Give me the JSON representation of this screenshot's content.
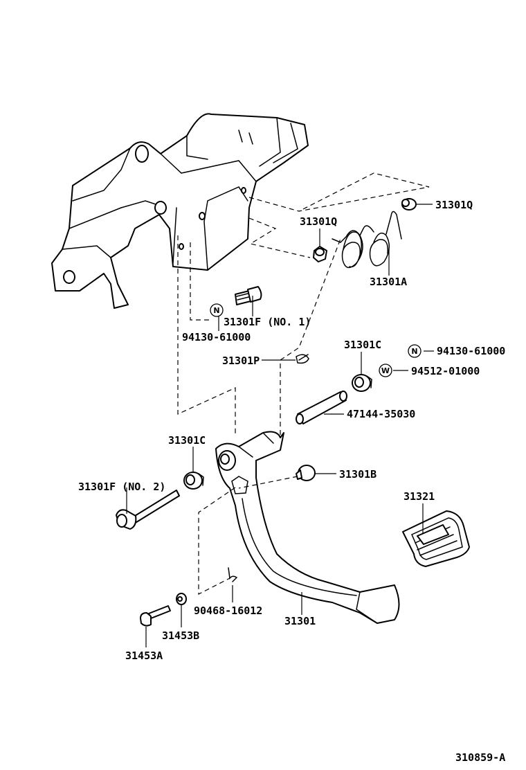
{
  "labels": {
    "p31301Q_right": "31301Q",
    "p31301Q_left": "31301Q",
    "p31301A": "31301A",
    "p31301F_no1": "31301F (NO. 1)",
    "p94130_left": "94130-61000",
    "p31301C_upper": "31301C",
    "p94130_right": "94130-61000",
    "p94512": "94512-01000",
    "p31301P": "31301P",
    "p47144": "47144-35030",
    "p31301C_lower": "31301C",
    "p31301B": "31301B",
    "p31301F_no2": "31301F (NO. 2)",
    "p31321": "31321",
    "p90468": "90468-16012",
    "p31301": "31301",
    "p31453B": "31453B",
    "p31453A": "31453A"
  },
  "symbols": {
    "n_left": "N",
    "n_right": "N",
    "w_right": "W"
  },
  "figure_code": "310859-A"
}
